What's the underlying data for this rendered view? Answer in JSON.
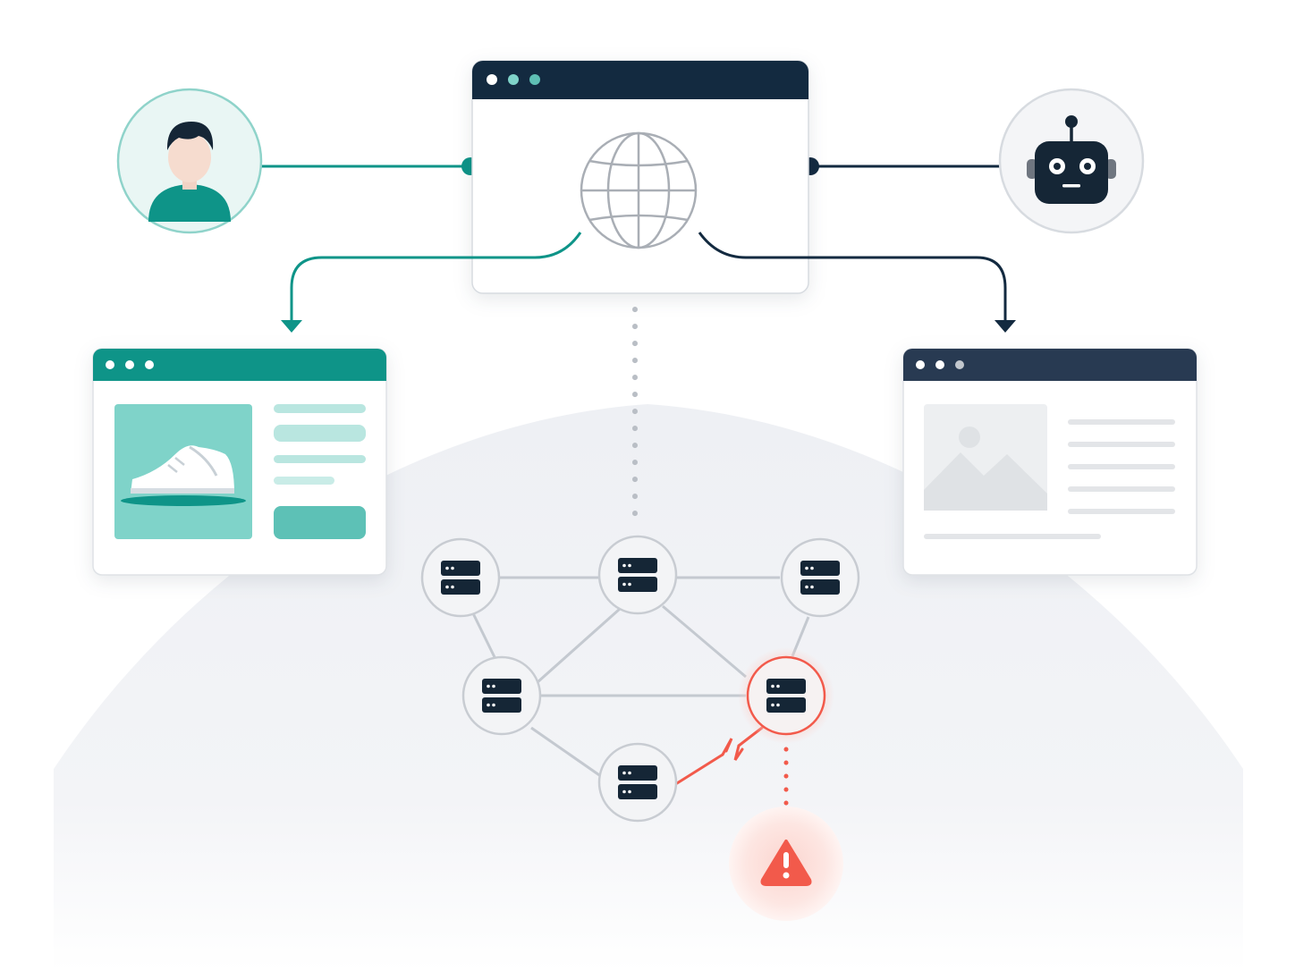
{
  "colors": {
    "teal": "#0e9488",
    "teal_light": "#7fd3c9",
    "teal_pale": "#b9e6e0",
    "navy": "#132a40",
    "navy_header": "#283a52",
    "gray_line": "#c4c9d0",
    "gray_placeholder": "#e6e8ea",
    "alert": "#f25a4b",
    "alert_glow": "#fde3df"
  },
  "icons": {
    "human_user": "person-avatar-icon",
    "bot_user": "robot-icon",
    "web": "globe-icon",
    "product": "sneaker-icon",
    "placeholder": "image-placeholder-icon",
    "server": "server-icon",
    "alert": "warning-triangle-icon"
  },
  "nodes": [
    {
      "id": "human",
      "kind": "user",
      "icon": "person-avatar-icon"
    },
    {
      "id": "bot",
      "kind": "user",
      "icon": "robot-icon"
    },
    {
      "id": "browser",
      "kind": "window",
      "icon": "globe-icon"
    },
    {
      "id": "product-page",
      "kind": "window",
      "icon": "sneaker-icon"
    },
    {
      "id": "generic-page",
      "kind": "window",
      "icon": "image-placeholder-icon"
    },
    {
      "id": "server-1",
      "kind": "server",
      "status": "ok"
    },
    {
      "id": "server-2",
      "kind": "server",
      "status": "ok"
    },
    {
      "id": "server-3",
      "kind": "server",
      "status": "ok"
    },
    {
      "id": "server-4",
      "kind": "server",
      "status": "ok"
    },
    {
      "id": "server-5",
      "kind": "server",
      "status": "error"
    },
    {
      "id": "server-6",
      "kind": "server",
      "status": "ok"
    },
    {
      "id": "alert",
      "kind": "alert",
      "icon": "warning-triangle-icon"
    }
  ],
  "edges": [
    {
      "from": "human",
      "to": "browser",
      "style": "solid",
      "color": "teal"
    },
    {
      "from": "bot",
      "to": "browser",
      "style": "solid",
      "color": "navy"
    },
    {
      "from": "browser",
      "to": "product-page",
      "style": "arrow",
      "color": "teal"
    },
    {
      "from": "browser",
      "to": "generic-page",
      "style": "arrow",
      "color": "navy"
    },
    {
      "from": "browser",
      "to": "server-2",
      "style": "dotted",
      "color": "gray"
    },
    {
      "from": "server-1",
      "to": "server-2",
      "style": "solid",
      "color": "gray"
    },
    {
      "from": "server-2",
      "to": "server-3",
      "style": "solid",
      "color": "gray"
    },
    {
      "from": "server-1",
      "to": "server-4",
      "style": "solid",
      "color": "gray"
    },
    {
      "from": "server-2",
      "to": "server-4",
      "style": "solid",
      "color": "gray"
    },
    {
      "from": "server-2",
      "to": "server-5",
      "style": "solid",
      "color": "gray"
    },
    {
      "from": "server-3",
      "to": "server-5",
      "style": "solid",
      "color": "gray"
    },
    {
      "from": "server-4",
      "to": "server-5",
      "style": "solid",
      "color": "gray"
    },
    {
      "from": "server-4",
      "to": "server-6",
      "style": "solid",
      "color": "gray"
    },
    {
      "from": "server-6",
      "to": "server-5",
      "style": "broken",
      "color": "alert"
    },
    {
      "from": "server-5",
      "to": "alert",
      "style": "dotted",
      "color": "alert"
    }
  ]
}
